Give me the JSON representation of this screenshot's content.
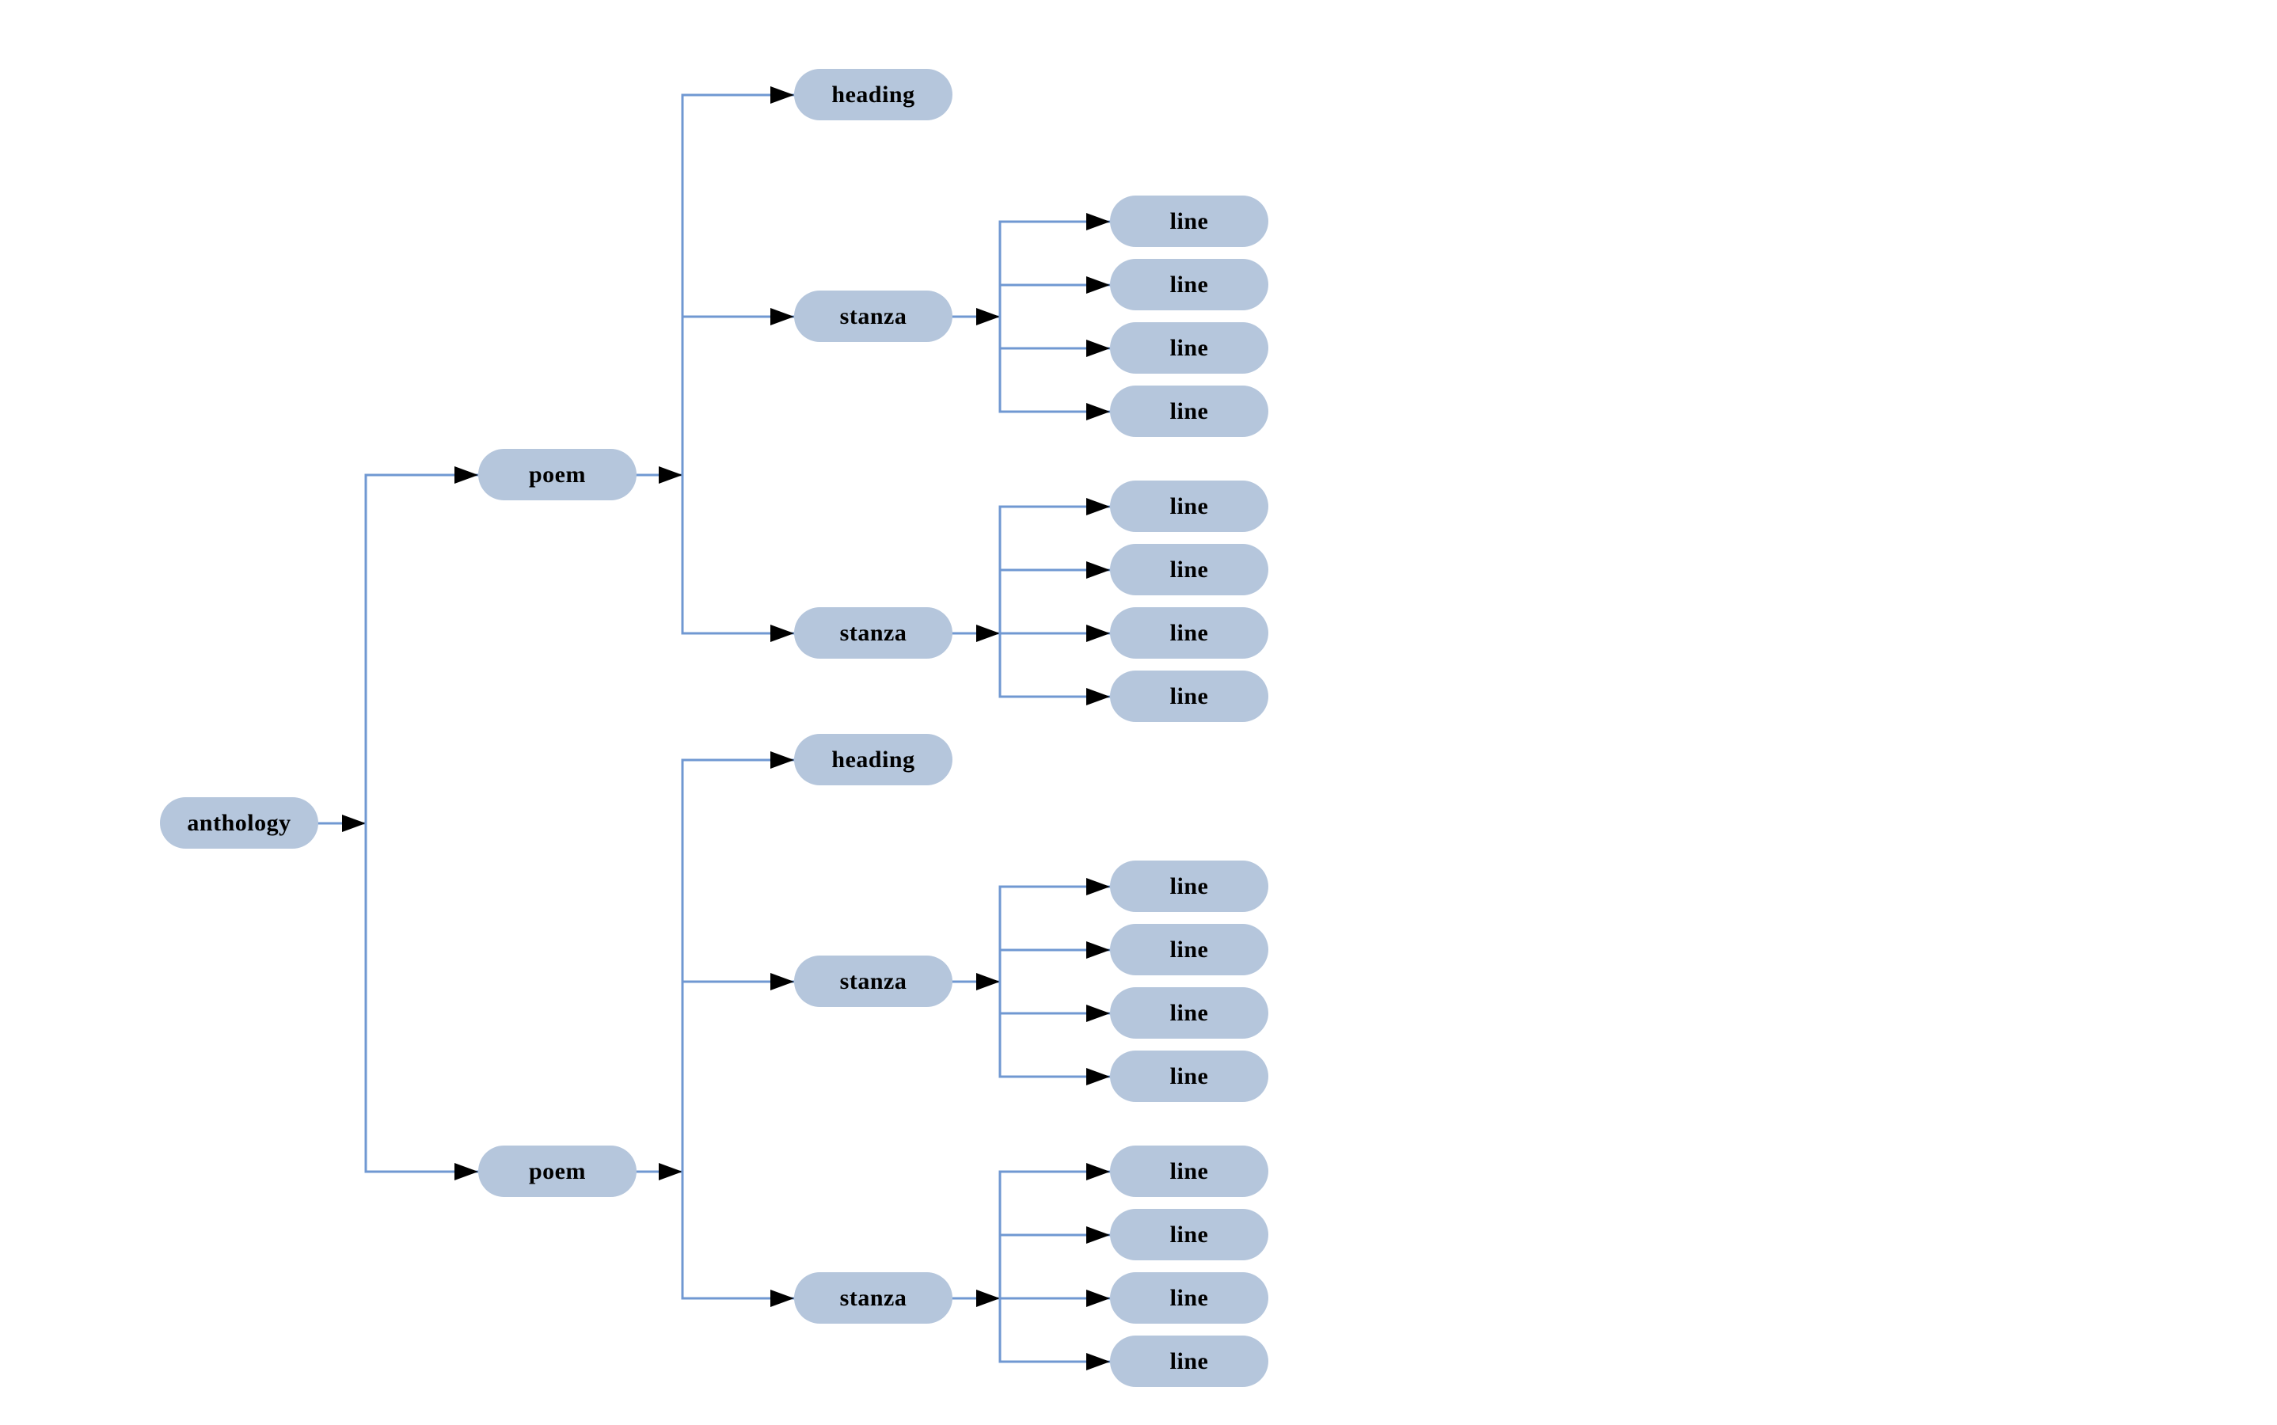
{
  "diagram": {
    "type": "tree",
    "orientation": "left-to-right",
    "root_label": "anthology",
    "tree": {
      "label": "anthology",
      "children": [
        {
          "label": "poem",
          "children": [
            {
              "label": "heading"
            },
            {
              "label": "stanza",
              "children": [
                {
                  "label": "line"
                },
                {
                  "label": "line"
                },
                {
                  "label": "line"
                },
                {
                  "label": "line"
                }
              ]
            },
            {
              "label": "stanza",
              "children": [
                {
                  "label": "line"
                },
                {
                  "label": "line"
                },
                {
                  "label": "line"
                },
                {
                  "label": "line"
                }
              ]
            }
          ]
        },
        {
          "label": "poem",
          "children": [
            {
              "label": "heading"
            },
            {
              "label": "stanza",
              "children": [
                {
                  "label": "line"
                },
                {
                  "label": "line"
                },
                {
                  "label": "line"
                },
                {
                  "label": "line"
                }
              ]
            },
            {
              "label": "stanza",
              "children": [
                {
                  "label": "line"
                },
                {
                  "label": "line"
                },
                {
                  "label": "line"
                },
                {
                  "label": "line"
                }
              ]
            }
          ]
        }
      ]
    }
  },
  "nodes": [
    {
      "id": "anthology",
      "label": "anthology"
    },
    {
      "id": "poem-1",
      "label": "poem"
    },
    {
      "id": "heading-1",
      "label": "heading"
    },
    {
      "id": "stanza-1",
      "label": "stanza"
    },
    {
      "id": "line-1",
      "label": "line"
    },
    {
      "id": "line-2",
      "label": "line"
    },
    {
      "id": "line-3",
      "label": "line"
    },
    {
      "id": "line-4",
      "label": "line"
    },
    {
      "id": "stanza-2",
      "label": "stanza"
    },
    {
      "id": "line-5",
      "label": "line"
    },
    {
      "id": "line-6",
      "label": "line"
    },
    {
      "id": "line-7",
      "label": "line"
    },
    {
      "id": "line-8",
      "label": "line"
    },
    {
      "id": "poem-2",
      "label": "poem"
    },
    {
      "id": "heading-2",
      "label": "heading"
    },
    {
      "id": "stanza-3",
      "label": "stanza"
    },
    {
      "id": "line-9",
      "label": "line"
    },
    {
      "id": "line-10",
      "label": "line"
    },
    {
      "id": "line-11",
      "label": "line"
    },
    {
      "id": "line-12",
      "label": "line"
    },
    {
      "id": "stanza-4",
      "label": "stanza"
    },
    {
      "id": "line-13",
      "label": "line"
    },
    {
      "id": "line-14",
      "label": "line"
    },
    {
      "id": "line-15",
      "label": "line"
    },
    {
      "id": "line-16",
      "label": "line"
    }
  ],
  "colors": {
    "background": "#ffffff",
    "node_fill": "#b5c6dc",
    "edge": "#7098d2",
    "arrowhead": "#000000",
    "text": "#000000"
  }
}
